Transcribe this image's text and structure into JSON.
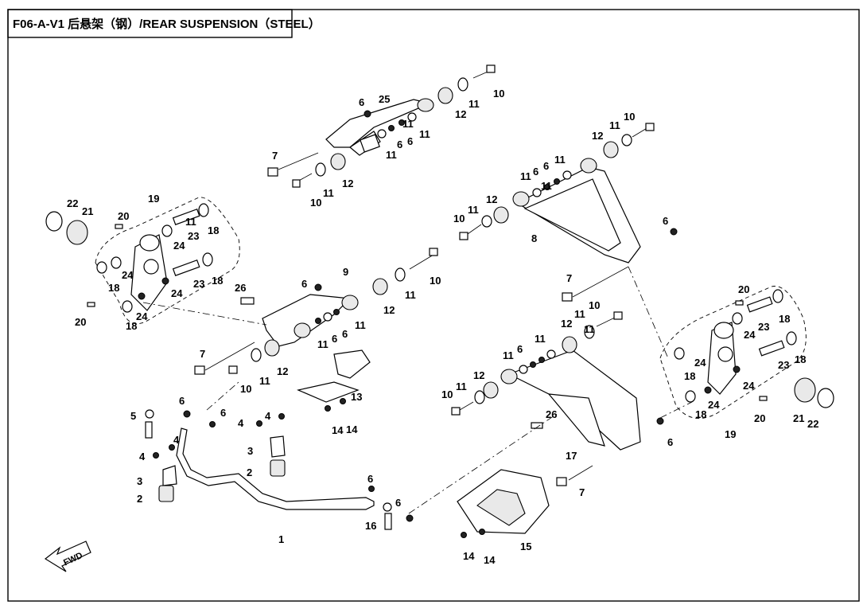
{
  "title": "F06-A-V1 后悬架（钢）/REAR SUSPENSION（STEEL）",
  "fwd_label": "FWD",
  "callouts": {
    "c1": "1",
    "c2a": "2",
    "c2b": "2",
    "c3a": "3",
    "c3b": "3",
    "c4a": "4",
    "c4b": "4",
    "c4c": "4",
    "c4d": "4",
    "c5": "5",
    "c6a": "6",
    "c6b": "6",
    "c6c": "6",
    "c6d": "6",
    "c6e": "6",
    "c6f": "6",
    "c6g": "6",
    "c6h": "6",
    "c6i": "6",
    "c6j": "6",
    "c6k": "6",
    "c6l": "6",
    "c6m": "6",
    "c6n": "6",
    "c6o": "6",
    "c7a": "7",
    "c7b": "7",
    "c7c": "7",
    "c7d": "7",
    "c8": "8",
    "c9": "9",
    "c10a": "10",
    "c10b": "10",
    "c10c": "10",
    "c10d": "10",
    "c10e": "10",
    "c10f": "10",
    "c10g": "10",
    "c10h": "10",
    "c11a": "11",
    "c11b": "11",
    "c11c": "11",
    "c11d": "11",
    "c11e": "11",
    "c11f": "11",
    "c11g": "11",
    "c11h": "11",
    "c11i": "11",
    "c11j": "11",
    "c11k": "11",
    "c11l": "11",
    "c11m": "11",
    "c11n": "11",
    "c11o": "11",
    "c11p": "11",
    "c11q": "11",
    "c11r": "11",
    "c11s": "11",
    "c11t": "11",
    "c12a": "12",
    "c12b": "12",
    "c12c": "12",
    "c12d": "12",
    "c12e": "12",
    "c12f": "12",
    "c12g": "12",
    "c12h": "12",
    "c13": "13",
    "c14a": "14",
    "c14b": "14",
    "c14c": "14",
    "c14d": "14",
    "c15": "15",
    "c16": "16",
    "c17": "17",
    "c18a": "18",
    "c18b": "18",
    "c18c": "18",
    "c18d": "18",
    "c18e": "18",
    "c18f": "18",
    "c18g": "18",
    "c18h": "18",
    "c19a": "19",
    "c19b": "19",
    "c20a": "20",
    "c20b": "20",
    "c20c": "20",
    "c20d": "20",
    "c21a": "21",
    "c21b": "21",
    "c22a": "22",
    "c22b": "22",
    "c23a": "23",
    "c23b": "23",
    "c23c": "23",
    "c23d": "23",
    "c24a": "24",
    "c24b": "24",
    "c24c": "24",
    "c24d": "24",
    "c24e": "24",
    "c24f": "24",
    "c24g": "24",
    "c24h": "24",
    "c25": "25",
    "c26a": "26",
    "c26b": "26"
  }
}
